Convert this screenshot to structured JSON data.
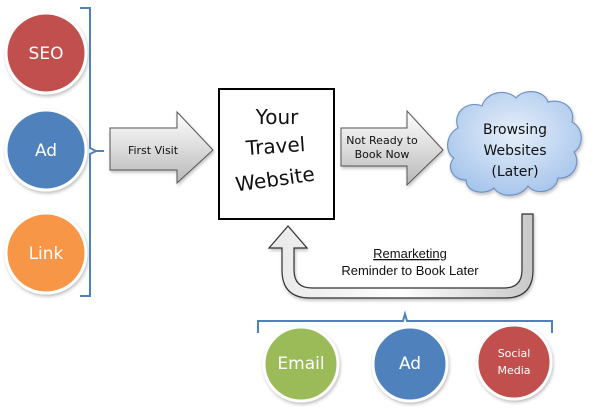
{
  "sources_first": [
    {
      "label": "SEO",
      "color": "#c0504d"
    },
    {
      "label": "Ad",
      "color": "#4f81bd"
    },
    {
      "label": "Link",
      "color": "#f79646"
    }
  ],
  "first_visit_arrow": {
    "label": "First Visit"
  },
  "website_box": {
    "line1": "Your",
    "line2": "Travel",
    "line3": "Website"
  },
  "not_ready_arrow": {
    "line1": "Not Ready to",
    "line2": "Book Now"
  },
  "cloud": {
    "line1": "Browsing",
    "line2": "Websites",
    "line3": "(Later)",
    "color": "#c6d9f1"
  },
  "remarketing": {
    "title": "Remarketing",
    "subtitle": "Reminder to Book Later"
  },
  "sources_remarketing": [
    {
      "label": "Email",
      "color": "#9bbb59"
    },
    {
      "label": "Ad",
      "color": "#4f81bd"
    },
    {
      "label_line1": "Social",
      "label_line2": "Media",
      "color": "#c0504d"
    }
  ],
  "bracket_color": "#4f81bd"
}
